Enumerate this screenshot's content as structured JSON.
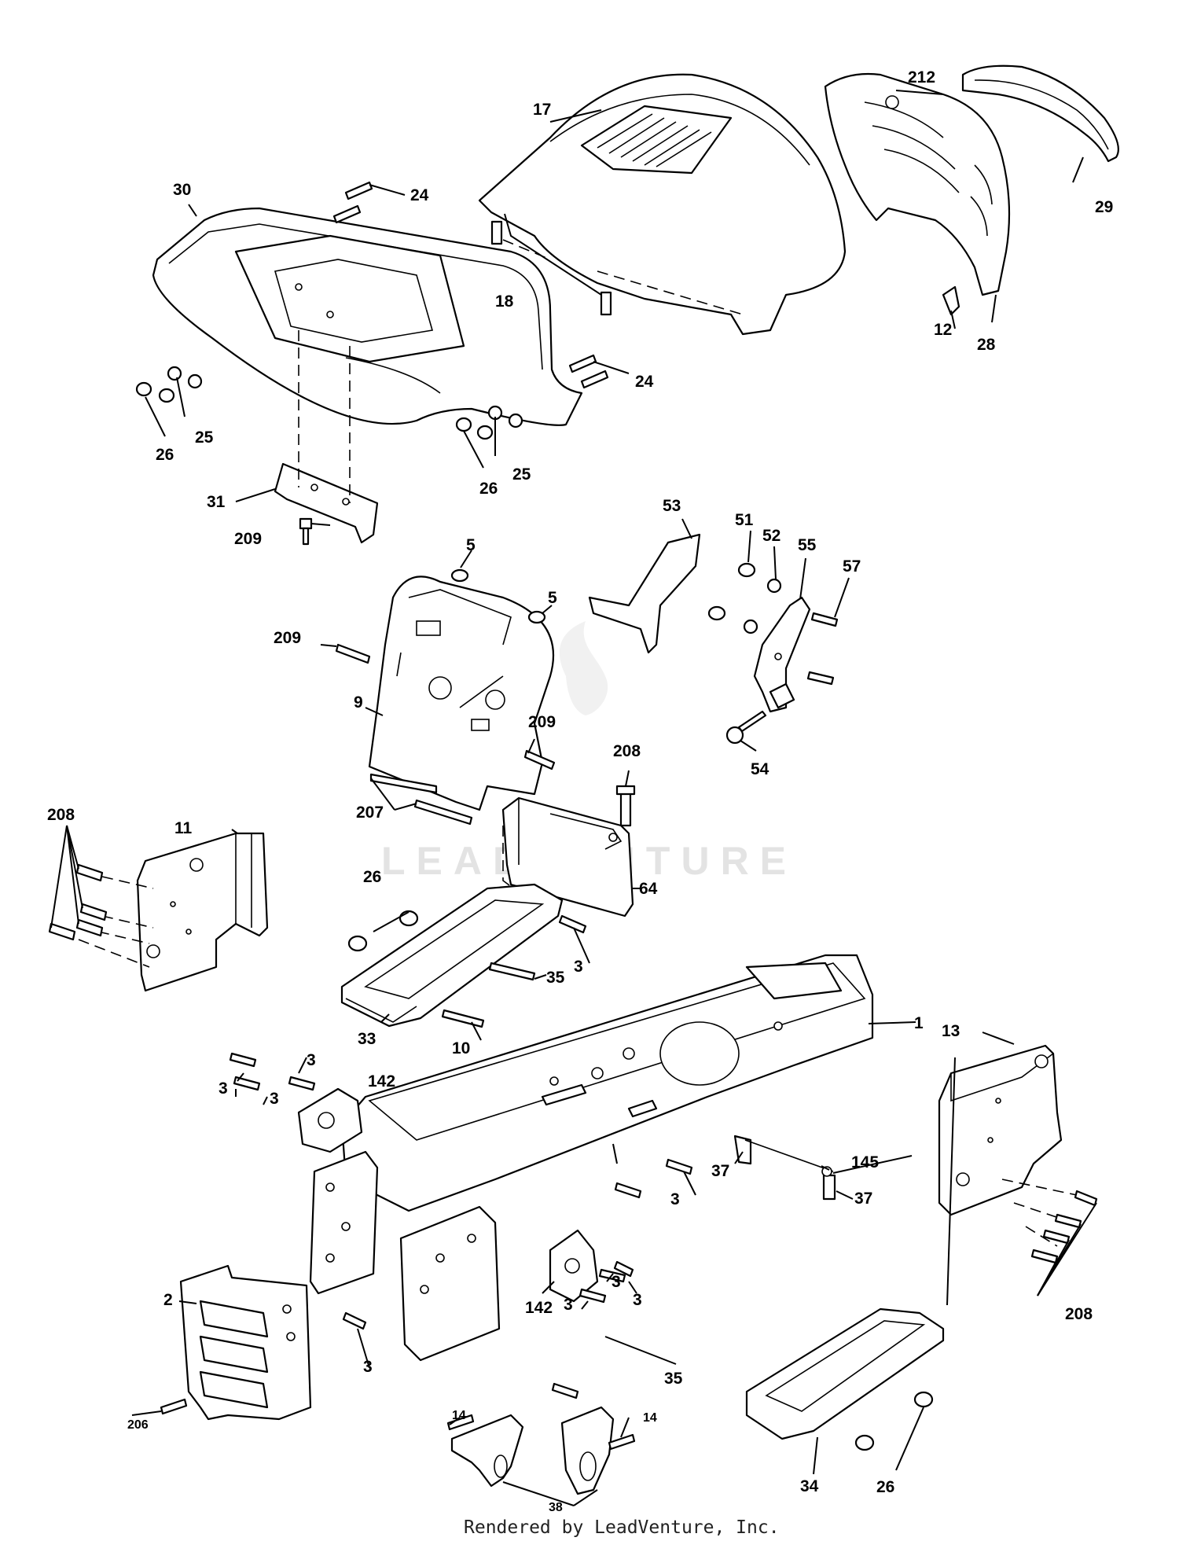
{
  "watermark": "LEADVENTURE",
  "footer": "Rendered by LeadVenture, Inc.",
  "labels": {
    "l1": "1",
    "l2": "2",
    "l3a": "3",
    "l3b": "3",
    "l3c": "3",
    "l3d": "3",
    "l3e": "3",
    "l3f": "3",
    "l3g": "3",
    "l3h": "3",
    "l3i": "3",
    "l5a": "5",
    "l5b": "5",
    "l9": "9",
    "l10": "10",
    "l11": "11",
    "l12": "12",
    "l13": "13",
    "l14a": "14",
    "l14b": "14",
    "l17": "17",
    "l18": "18",
    "l24a": "24",
    "l24b": "24",
    "l25a": "25",
    "l25b": "25",
    "l26a": "26",
    "l26b": "26",
    "l26c": "26",
    "l26d": "26",
    "l28": "28",
    "l29": "29",
    "l30": "30",
    "l31": "31",
    "l33": "33",
    "l34": "34",
    "l35a": "35",
    "l35b": "35",
    "l37a": "37",
    "l37b": "37",
    "l38": "38",
    "l51": "51",
    "l52": "52",
    "l53": "53",
    "l54": "54",
    "l55": "55",
    "l57": "57",
    "l64": "64",
    "l142a": "142",
    "l142b": "142",
    "l145": "145",
    "l206": "206",
    "l207": "207",
    "l208a": "208",
    "l208b": "208",
    "l208c": "208",
    "l209a": "209",
    "l209b": "209",
    "l209c": "209",
    "l212": "212"
  }
}
